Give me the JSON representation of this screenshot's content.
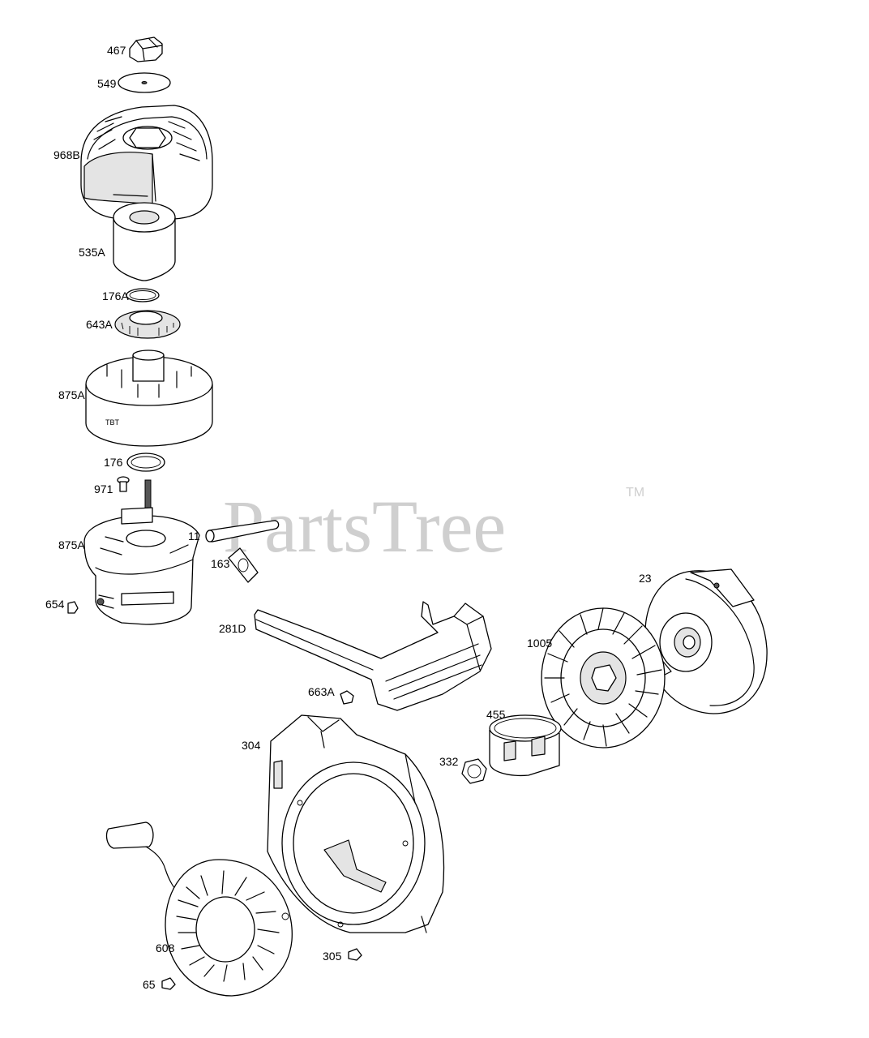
{
  "watermark": {
    "brand": "PartsTree",
    "trademark": "TM"
  },
  "labels": {
    "p467": "467",
    "p549": "549",
    "p968B": "968B",
    "p535A": "535A",
    "p176A": "176A",
    "p643A": "643A",
    "p875A_top": "875A",
    "p176": "176",
    "p971": "971",
    "p875A_base": "875A",
    "p11": "11",
    "p163": "163",
    "p654": "654",
    "p281D": "281D",
    "p23": "23",
    "p1005": "1005",
    "p663A": "663A",
    "p455": "455",
    "p304": "304",
    "p332": "332",
    "p608": "608",
    "p305": "305",
    "p65": "65"
  },
  "stamp": "TBT"
}
